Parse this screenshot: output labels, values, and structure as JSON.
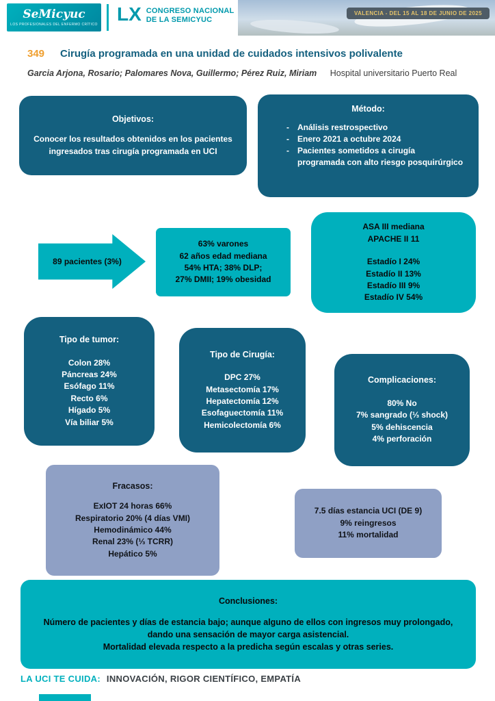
{
  "header": {
    "logo": {
      "brand": "SeMicyuc",
      "tagline": "LOS PROFESIONALES DEL ENFERMO CRÍTICO"
    },
    "congress": {
      "lx": "LX",
      "line1": "CONGRESO NACIONAL",
      "line2": "DE LA SEMICYUC"
    },
    "badge": "VALENCIA - DEL 15 AL 18 DE JUNIO DE 2025"
  },
  "abstract": {
    "number": "349",
    "title": "Cirugía programada en una unidad de cuidados intensivos polivalente",
    "authors": "Garcia Arjona, Rosario; Palomares Nova, Guillermo; Pérez Ruiz, Miriam",
    "affiliation": "Hospital universitario Puerto Real"
  },
  "boxes": {
    "objetivos": {
      "title": "Objetivos:",
      "body": "Conocer los resultados obtenidos en los pacientes ingresados tras cirugía programada en UCI"
    },
    "metodo": {
      "title": "Método:",
      "items": [
        "Análisis restrospectivo",
        "Enero 2021 a octubre 2024",
        "Pacientes sometidos a cirugía programada con alto riesgo posquirúrgico"
      ]
    },
    "arrow": {
      "label": "89 pacientes (3%)"
    },
    "demografia": {
      "lines": [
        "63% varones",
        "62 años edad mediana",
        "54% HTA; 38% DLP;",
        "27% DMII; 19% obesidad"
      ]
    },
    "severidad": {
      "top_lines": [
        "ASA III mediana",
        "APACHE II 11"
      ],
      "stage_lines": [
        "Estadío I 24%",
        "Estadío II 13%",
        "Estadío III 9%",
        "Estadío IV 54%"
      ]
    },
    "tumor": {
      "title": "Tipo de tumor:",
      "lines": [
        "Colon 28%",
        "Páncreas 24%",
        "Esófago 11%",
        "Recto 6%",
        "Hígado 5%",
        "Vía biliar 5%"
      ]
    },
    "cirugia": {
      "title": "Tipo de Cirugía:",
      "lines": [
        "DPC 27%",
        "Metasectomía 17%",
        "Hepatectomía 12%",
        "Esofaguectomía 11%",
        "Hemicolectomía 6%"
      ]
    },
    "complicaciones": {
      "title": "Complicaciones:",
      "lines": [
        "80% No",
        "7% sangrado (⅓ shock)",
        "5% dehiscencia",
        "4% perforación"
      ]
    },
    "fracasos": {
      "title": "Fracasos:",
      "lines": [
        "ExIOT 24 horas 66%",
        "Respiratorio 20% (4 días VMI)",
        "Hemodinámico 44%",
        "Renal 23% (⅓ TCRR)",
        "Hepático 5%"
      ]
    },
    "estancia": {
      "lines": [
        "7.5 días estancia UCI (DE 9)",
        "9% reingresos",
        "11% mortalidad"
      ]
    },
    "conclusiones": {
      "title": "Conclusiones:",
      "lines": [
        "Número de pacientes y días de estancia bajo; aunque alguno de ellos con ingresos muy prolongado, dando una sensación de mayor carga asistencial.",
        "Mortalidad elevada respecto a la predicha según escalas y otras series."
      ]
    }
  },
  "footer": {
    "slogan_lead": "LA UCI TE CUIDA:",
    "slogan_rest": "INNOVACIÓN, RIGOR CIENTÍFICO, EMPATÍA"
  },
  "colors": {
    "dark_teal": "#14607f",
    "cyan": "#00b0bd",
    "periwinkle": "#8fa0c5",
    "orange": "#ef9f2f",
    "badge_bg": "#4f5c66",
    "badge_text": "#e6c46a"
  }
}
